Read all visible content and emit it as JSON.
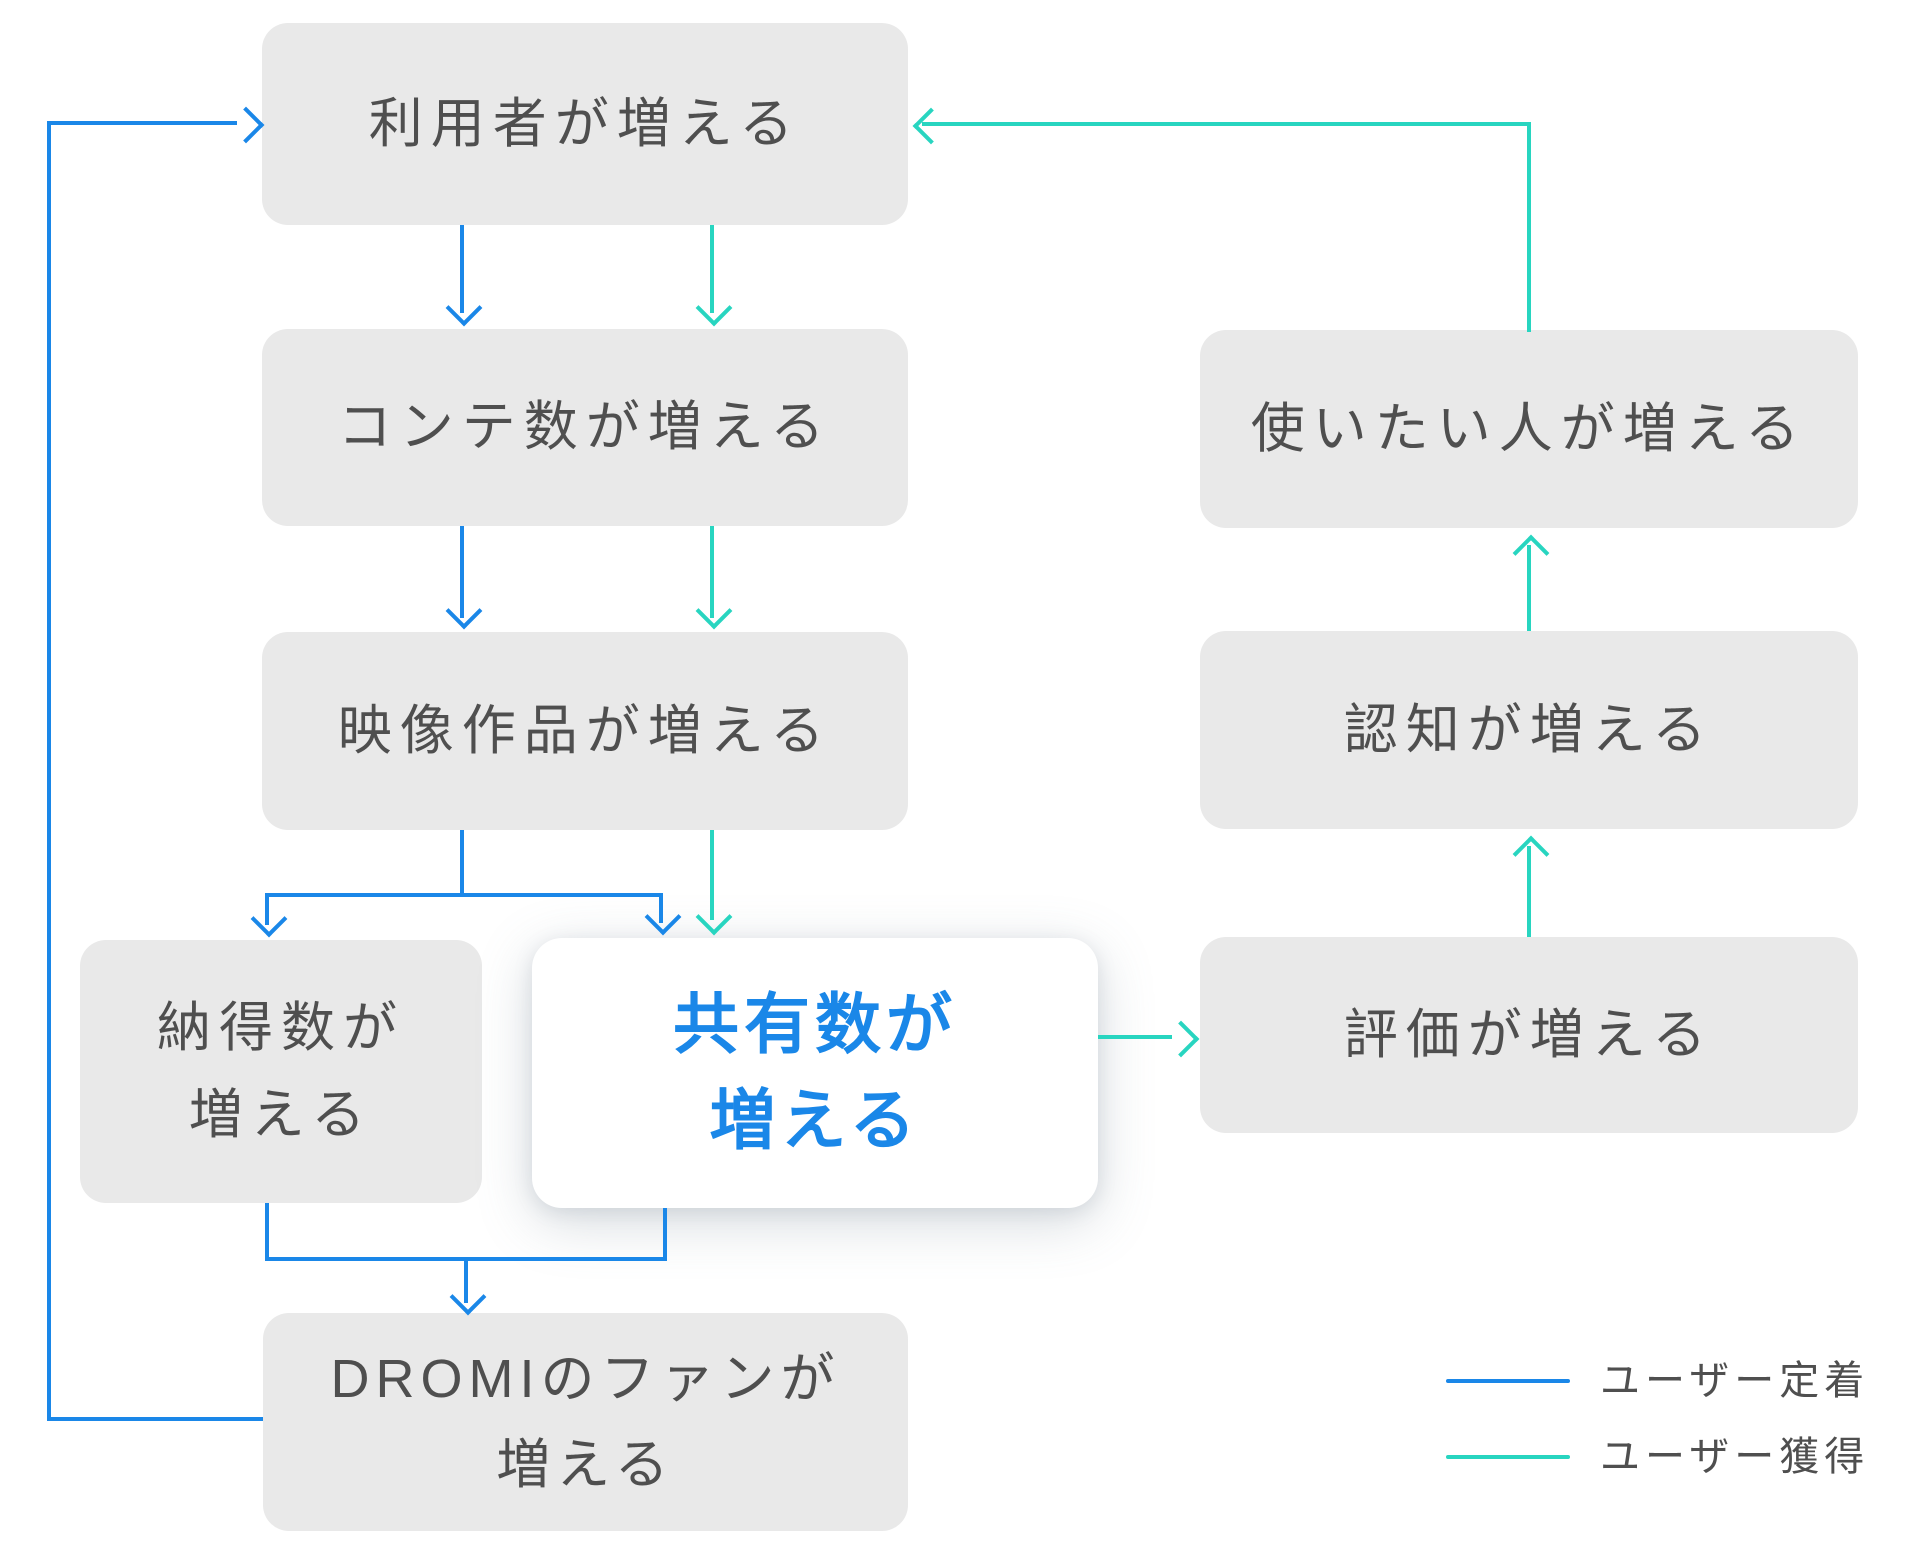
{
  "diagram": {
    "nodes": {
      "users": {
        "lines": [
          "利用者が増える"
        ]
      },
      "storyboards": {
        "lines": [
          "コンテ数が増える"
        ]
      },
      "videos": {
        "lines": [
          "映像作品が増える"
        ]
      },
      "satisfaction": {
        "lines": [
          "納得数が",
          "増える"
        ]
      },
      "shares": {
        "lines": [
          "共有数が",
          "増える"
        ]
      },
      "fans": {
        "lines": [
          "DROMIのファンが",
          "増える"
        ]
      },
      "want_to_use": {
        "lines": [
          "使いたい人が増える"
        ]
      },
      "awareness": {
        "lines": [
          "認知が増える"
        ]
      },
      "reviews": {
        "lines": [
          "評価が増える"
        ]
      }
    },
    "edges": [
      {
        "from": "users",
        "to": "storyboards",
        "type": "retention"
      },
      {
        "from": "storyboards",
        "to": "videos",
        "type": "retention"
      },
      {
        "from": "videos",
        "to": "satisfaction",
        "type": "retention"
      },
      {
        "from": "videos",
        "to": "shares",
        "type": "retention"
      },
      {
        "from": "satisfaction",
        "to": "fans",
        "type": "retention"
      },
      {
        "from": "shares",
        "to": "fans",
        "type": "retention"
      },
      {
        "from": "fans",
        "to": "users",
        "type": "retention"
      },
      {
        "from": "users",
        "to": "storyboards",
        "type": "acquisition"
      },
      {
        "from": "storyboards",
        "to": "videos",
        "type": "acquisition"
      },
      {
        "from": "videos",
        "to": "shares",
        "type": "acquisition"
      },
      {
        "from": "shares",
        "to": "reviews",
        "type": "acquisition"
      },
      {
        "from": "reviews",
        "to": "awareness",
        "type": "acquisition"
      },
      {
        "from": "awareness",
        "to": "want_to_use",
        "type": "acquisition"
      },
      {
        "from": "want_to_use",
        "to": "users",
        "type": "acquisition"
      }
    ],
    "legend": {
      "retention_label": "ユーザー定着",
      "acquisition_label": "ユーザー獲得"
    },
    "colors": {
      "retention": "#1a87e8",
      "acquisition": "#28d5c0",
      "node_fill": "#e9e9e9",
      "node_text": "#4f4f4f",
      "highlight_fill": "#ffffff",
      "highlight_text": "#1a87e8"
    }
  }
}
